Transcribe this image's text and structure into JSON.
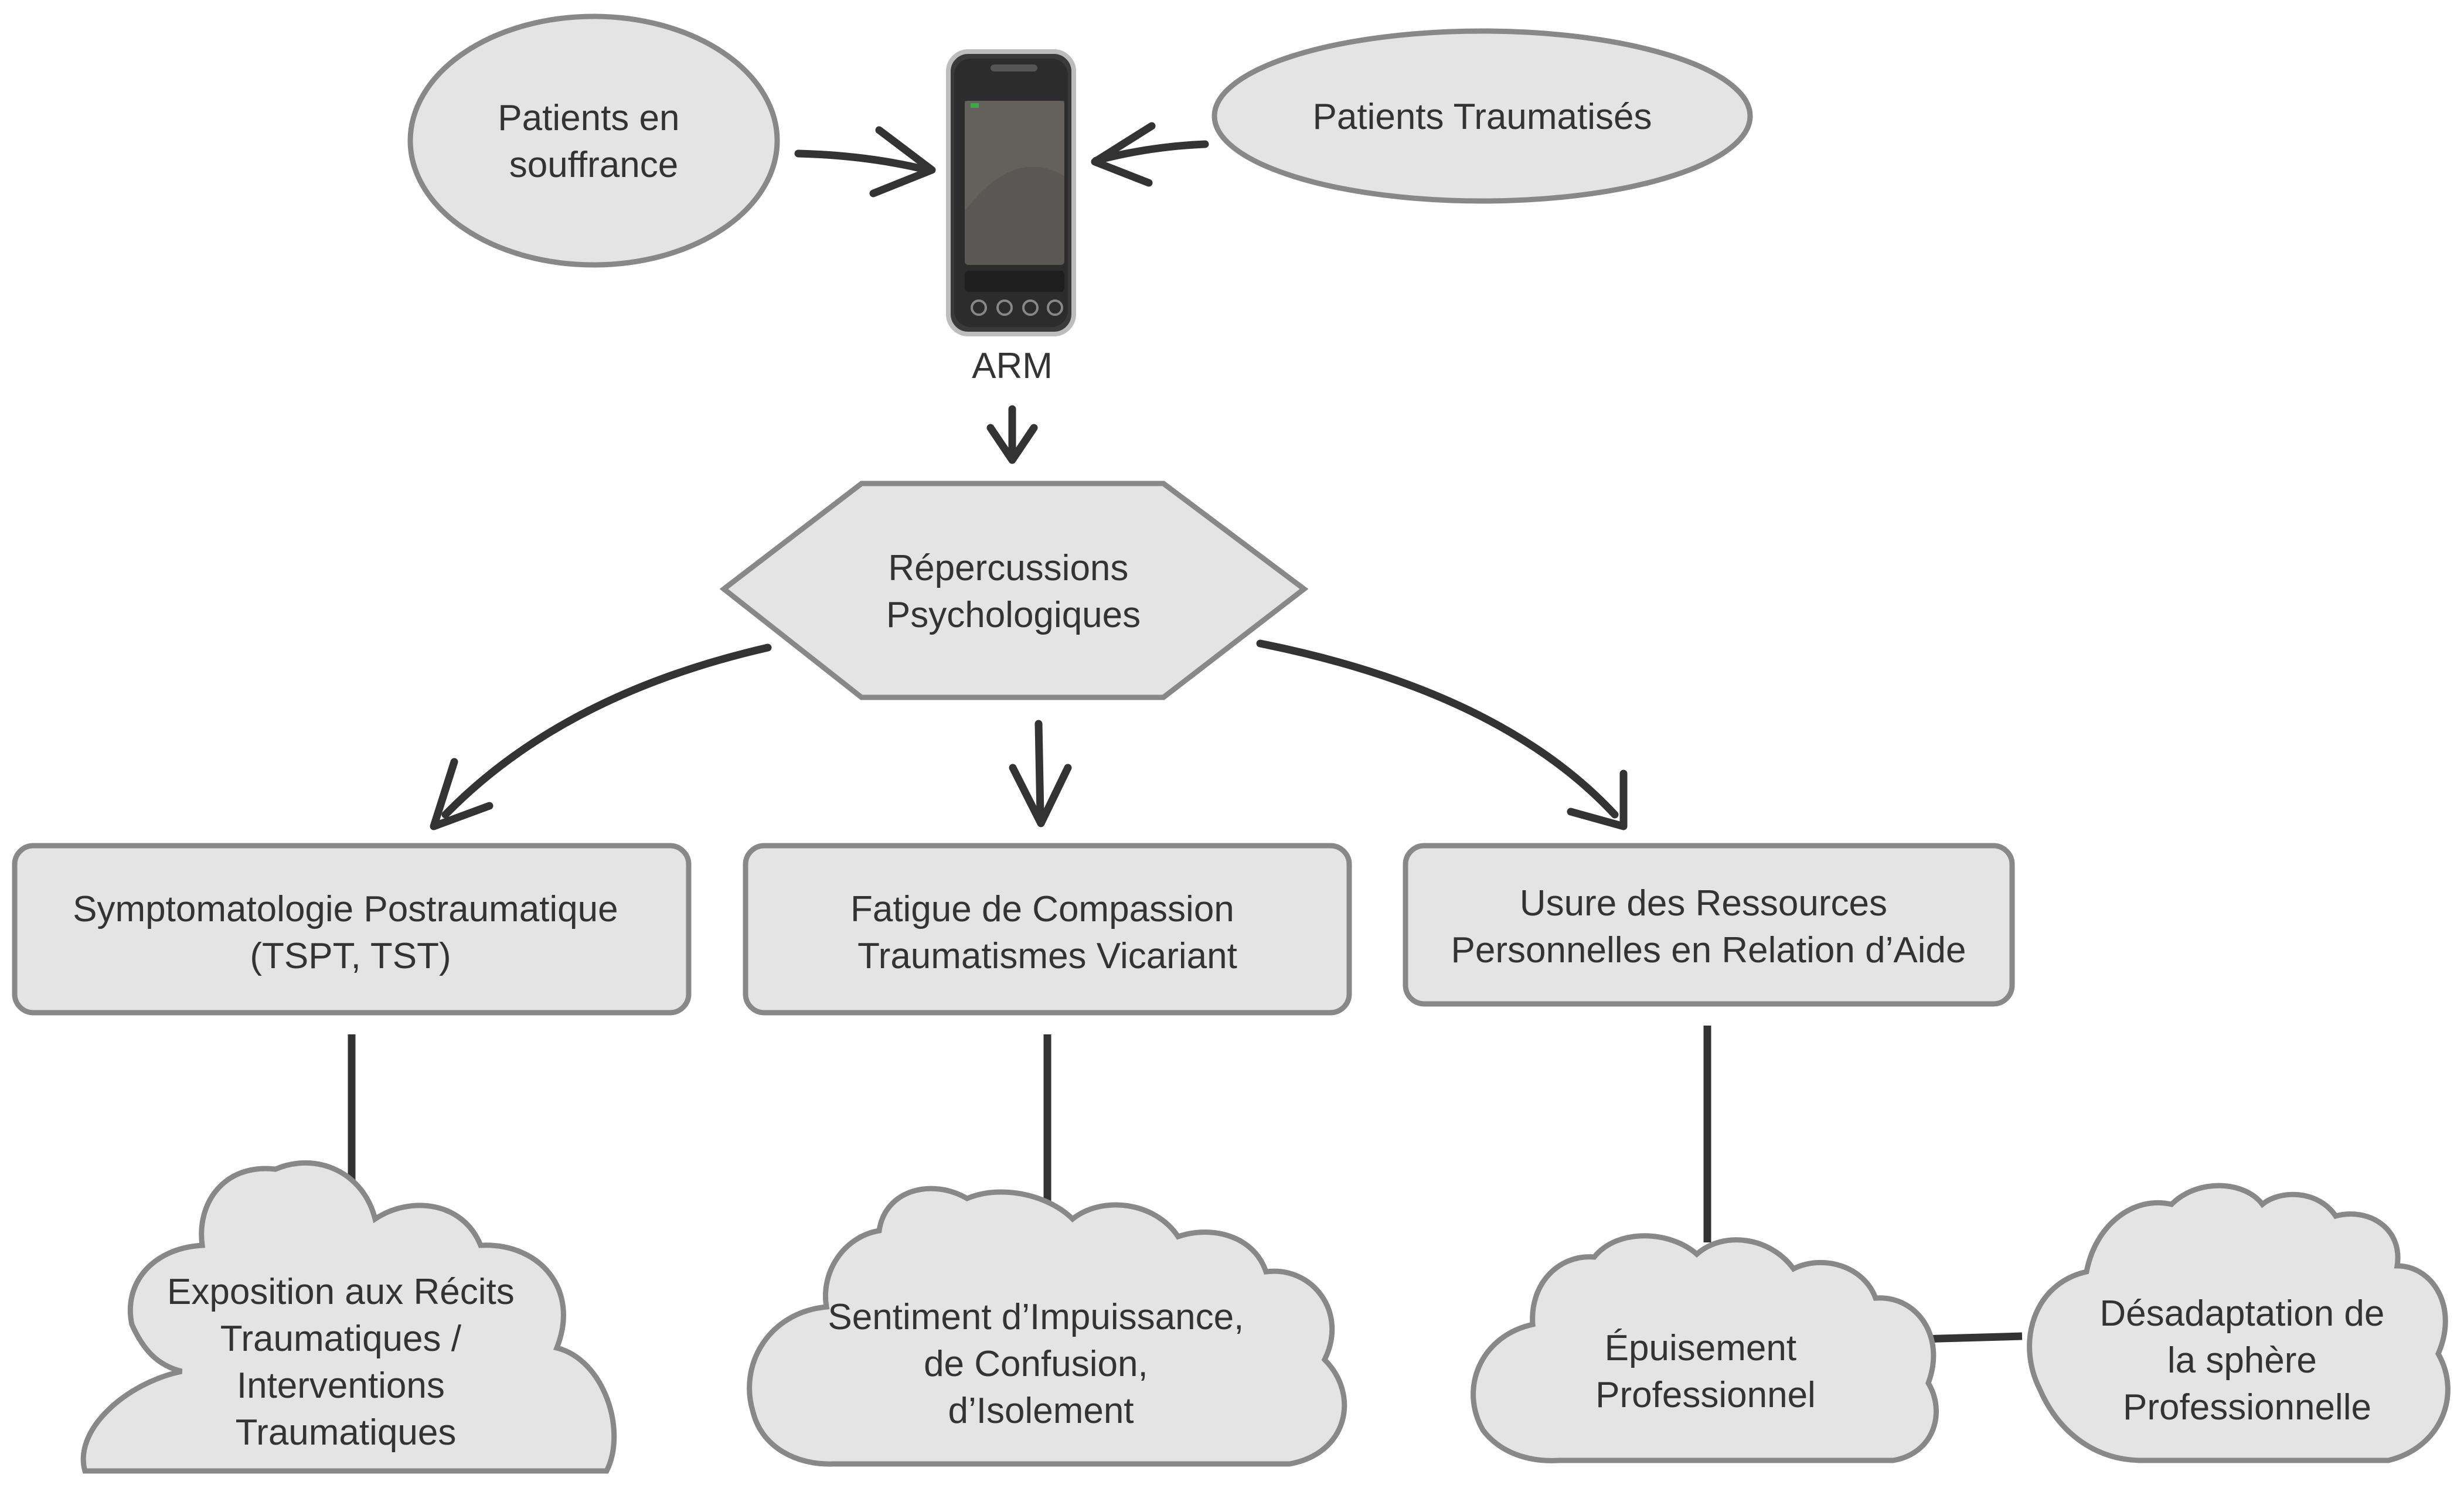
{
  "nodes": {
    "patients_souffrance": [
      "Patients en",
      "souffrance"
    ],
    "patients_traumatises": [
      "Patients Traumatisés"
    ],
    "arm": [
      "ARM"
    ],
    "repercussions": [
      "Répercussions",
      "Psychologiques"
    ],
    "symptomatologie": [
      "Symptomatologie Postraumatique",
      "(TSPT, TST)"
    ],
    "fatigue": [
      "Fatigue de Compassion",
      "Traumatismes Vicariant"
    ],
    "usure": [
      "Usure des Ressources",
      "Personnelles en Relation d’Aide"
    ],
    "exposition": [
      "Exposition aux Récits",
      "Traumatiques /",
      "Interventions",
      "Traumatiques"
    ],
    "sentiment": [
      "Sentiment d’Impuissance,",
      "de Confusion,",
      "d’Isolement"
    ],
    "epuisement": [
      "Épuisement",
      "Professionnel"
    ],
    "desadaptation": [
      "Désadaptation de",
      "la sphère",
      "Professionnelle"
    ]
  },
  "colors": {
    "shape_fill": "#e4e4e4",
    "shape_stroke": "#888888",
    "text": "#333333",
    "connector": "#333333"
  },
  "icons": {
    "phone": "smartphone-icon"
  }
}
